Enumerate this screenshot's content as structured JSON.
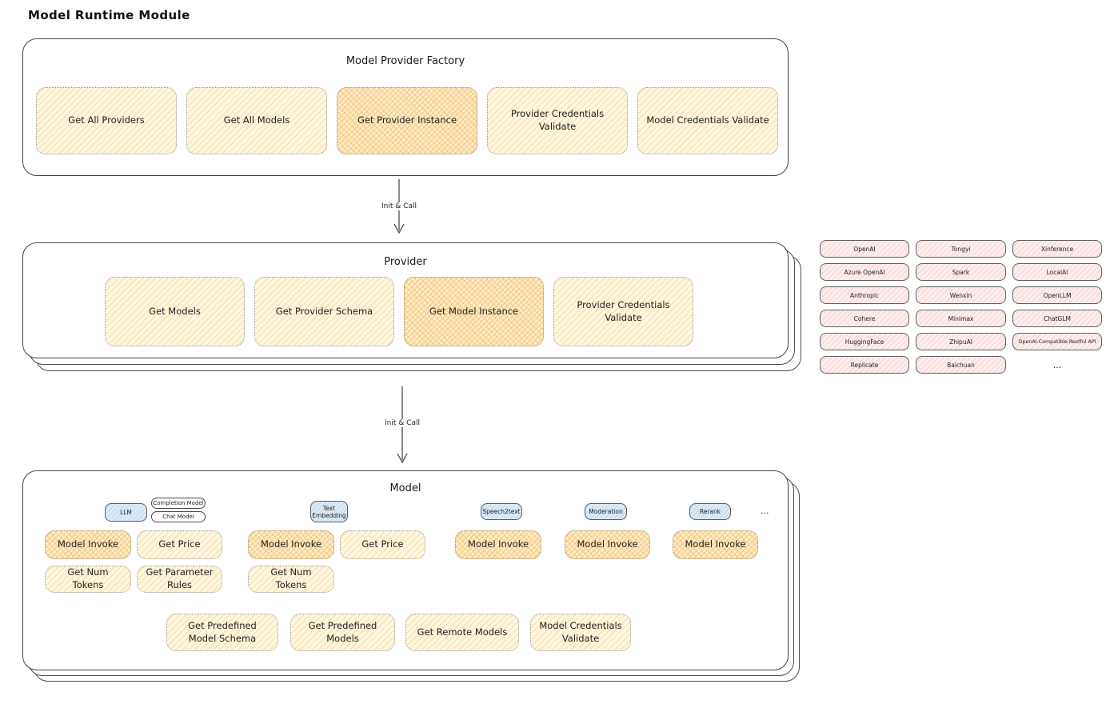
{
  "title": "Model Runtime Module",
  "colors": {
    "yellow_fill": "#fdf6e0",
    "orange_fill": "#faeccb",
    "pink_fill": "#fdeeee",
    "blue_fill": "#ddebf7",
    "section_border": "#434343"
  },
  "arrows": [
    {
      "label": "Init & Call"
    },
    {
      "label": "Init & Call"
    }
  ],
  "factory": {
    "title": "Model Provider Factory",
    "ops": [
      "Get All Providers",
      "Get All Models",
      "Get Provider Instance",
      "Provider Credentials Validate",
      "Model Credentials Validate"
    ]
  },
  "provider": {
    "title": "Provider",
    "ops": [
      "Get Models",
      "Get Provider Schema",
      "Get Model Instance",
      "Provider Credentials Validate"
    ]
  },
  "providers_list": {
    "items": [
      "OpenAI",
      "Tongyi",
      "Xinference",
      "Azure OpenAI",
      "Spark",
      "LocalAI",
      "Anthropic",
      "Wenxin",
      "OpenLLM",
      "Cohere",
      "Minimax",
      "ChatGLM",
      "HuggingFace",
      "ZhipuAI",
      "OpenAI-Compatible Restful API",
      "Replicate",
      "Baichuan"
    ],
    "more": "..."
  },
  "model": {
    "title": "Model",
    "tags": {
      "llm": "LLM",
      "completion": "Completion Model",
      "chat": "Chat Model",
      "text_embedding": "Text Embedding",
      "speech2text": "Speech2text",
      "moderation": "Moderation",
      "rerank": "Rerank",
      "more": "..."
    },
    "invoke_row": [
      "Model Invoke",
      "Get Price",
      "Model Invoke",
      "Get Price",
      "Model Invoke",
      "Model Invoke",
      "Model Invoke"
    ],
    "row2": [
      "Get Num Tokens",
      "Get Parameter Rules",
      "Get Num Tokens"
    ],
    "bottom_row": [
      "Get Predefined Model Schema",
      "Get Predefined Models",
      "Get Remote Models",
      "Model Credentials Validate"
    ]
  }
}
